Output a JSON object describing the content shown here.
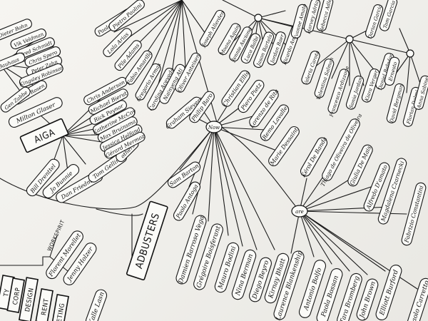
{
  "scene": {
    "subject": "hand-drawn mind map on white paper",
    "ink_color": "#111111",
    "paper_color": "#f3f2ee"
  },
  "groups": {
    "aiga": {
      "title": "AIGA",
      "subtitle": "AIGA",
      "members": [
        "Milton Glaser",
        "Bill Drenttel",
        "Jo Bunnie",
        "Dan Friedman",
        "Tom Gelling",
        "others"
      ]
    },
    "aiga_right": [
      "Chris Anderson",
      "Michael Bierut",
      "Rick Poynor",
      "Katherine McCoy",
      "Max Bruinsma",
      "Jessica Helfand",
      "Gérard Mermoz",
      "others"
    ],
    "adbusters": {
      "title": "ADBUSTERS",
      "members": [
        "Kalle Lasn"
      ]
    },
    "left_bottom": [
      "Florent Morellet",
      "Jenny Holzer"
    ],
    "left_edge": [
      "TY",
      "CORP",
      "DESIGN",
      "RENT",
      "ETING",
      "WORKSPIRIT"
    ],
    "hub_now": {
      "label": "Now",
      "members": [
        "Christian Ellis",
        "Piero Pietz",
        "Lorenzo de Rita",
        "Remo Lavalle",
        "Marie Dessaint",
        "Graham Sievers",
        "Philip Baro",
        "Sam Barton",
        "Paolo Antoga",
        "Damien Barroso Vega",
        "Grégoire Boisferant",
        "Mauro Bodini",
        "Nina Berman",
        "Diego Beyro",
        "Kirnay Bhatt"
      ]
    },
    "hub_are": {
      "label": "are",
      "members": [
        "Kérol De Banda",
        "Thiago de Oliveira de Oliveira",
        "Giulia De Mais",
        "Alfredo D'amato",
        "Magdalena Czarnecki",
        "Fabrizio Constantini",
        "Laurence Blankenship",
        "Antonio Bolfo",
        "Paola Bossan",
        "Tara Bromberg",
        "John Brown",
        "Elliott Burford",
        "Paolo Carretto"
      ]
    },
    "top_center": [
      "Paolo Ansaldo",
      "Pietro Paolini",
      "Lola Arias",
      "Pile Adams",
      "Fabio Amarillo",
      "Gregorio Armas",
      "Carolina Acevedo",
      "Nainyeng Ati",
      "Oliver Anteisen"
    ],
    "top_right": [
      "Joseph Allerden",
      "Moana Aquini",
      "Jennie Ascione",
      "Luca Balbi",
      "Jason Bartels",
      "Jordan Baer",
      "Ricardo Andrade",
      "Yvonne Amato",
      "Harvey Adrian",
      "Rebecca Adler",
      "Valeria Carota",
      "Valentina Salmon",
      "Francesco Ardizzone",
      "Sonia Jordan",
      "Kiara Verger",
      "Daniel Babylon",
      "Darian Garcia",
      "Tom Garcia"
    ],
    "far_right": [
      "Ernesto",
      "David Bergman",
      "Florian Dalmi",
      "Anna Sabine"
    ],
    "top_left": [
      "Dieter Bohn",
      "Vik Veldman",
      "Fred Schmidt",
      "Chris Spero",
      "Peter Zahn",
      "Kingsley Robinson",
      "Bruce Rosen",
      "Gen Zabbe",
      "Bauhaus"
    ]
  }
}
